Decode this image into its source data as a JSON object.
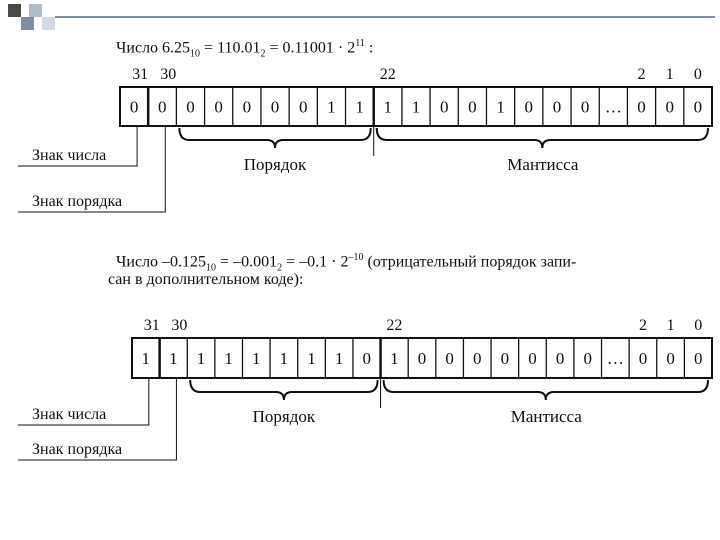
{
  "header_squares": [
    "#4a4a4a",
    "#7f8fa3",
    "#aebccc",
    "#d2dae4"
  ],
  "header_line_color": "#7f8fa3",
  "example1": {
    "caption": {
      "word": "Число",
      "v1": "6.25",
      "v1_base": "10",
      "v2": "110.01",
      "v2_base": "2",
      "v3": "0.11001 · 2",
      "v3_exp": "11",
      "tail": ":"
    },
    "bit_labels": {
      "b31": "31",
      "b30": "30",
      "b22": "22",
      "b2": "2",
      "b1": "1",
      "b0": "0"
    },
    "bits": [
      "0",
      "0",
      "0",
      "0",
      "0",
      "0",
      "0",
      "1",
      "1",
      "1",
      "1",
      "0",
      "0",
      "1",
      "0",
      "0",
      "0",
      "…",
      "0",
      "0",
      "0"
    ],
    "sign_label": "Знак числа",
    "exp_sign_label": "Знак порядка",
    "exponent_label": "Порядок",
    "mantissa_label": "Мантисса"
  },
  "example2": {
    "caption": {
      "word": "Число",
      "v1": "–0.125",
      "v1_base": "10",
      "v2": "–0.001",
      "v2_base": "2",
      "v3": "–0.1 · 2",
      "v3_exp": "–10",
      "note_line1": "(отрицательный порядок запи-",
      "note_line2": "сан в дополнительном коде):"
    },
    "bit_labels": {
      "b31": "31",
      "b30": "30",
      "b22": "22",
      "b2": "2",
      "b1": "1",
      "b0": "0"
    },
    "bits": [
      "1",
      "1",
      "1",
      "1",
      "1",
      "1",
      "1",
      "1",
      "0",
      "1",
      "0",
      "0",
      "0",
      "0",
      "0",
      "0",
      "0",
      "…",
      "0",
      "0",
      "0"
    ],
    "sign_label": "Знак числа",
    "exp_sign_label": "Знак порядка",
    "exponent_label": "Порядок",
    "mantissa_label": "Мантисса"
  }
}
